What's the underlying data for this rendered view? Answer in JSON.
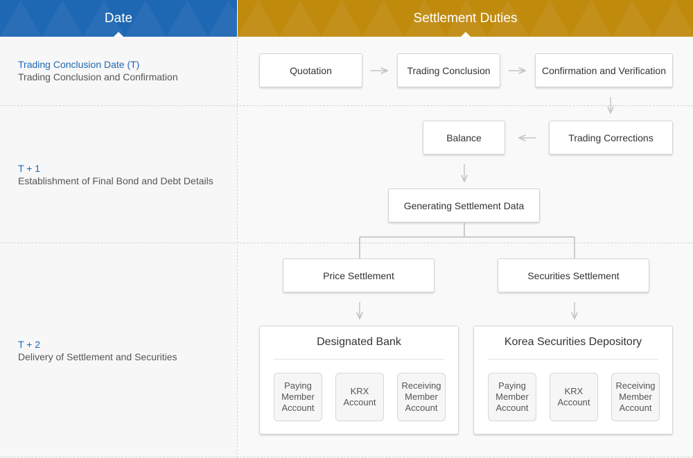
{
  "header": {
    "date_label": "Date",
    "duties_label": "Settlement Duties"
  },
  "rows": [
    {
      "key": "Trading Conclusion Date (T)",
      "desc": "Trading Conclusion and Confirmation"
    },
    {
      "key": "T + 1",
      "desc": "Establishment of Final Bond and Debt Details"
    },
    {
      "key": "T + 2",
      "desc": "Delivery of Settlement and Securities"
    }
  ],
  "steps": {
    "quotation": "Quotation",
    "trading_conclusion": "Trading Conclusion",
    "confirmation": "Confirmation and Verification",
    "trading_corrections": "Trading Corrections",
    "balance": "Balance",
    "generating": "Generating Settlement Data",
    "price_settlement": "Price Settlement",
    "securities_settlement": "Securities Settlement"
  },
  "panels": [
    {
      "title": "Designated Bank",
      "accounts": [
        "Paying Member Account",
        "KRX Account",
        "Receiving Member Account"
      ]
    },
    {
      "title": "Korea Securities Depository",
      "accounts": [
        "Paying Member Account",
        "KRX Account",
        "Receiving Member Account"
      ]
    }
  ],
  "colors": {
    "date_header": "#1e67b3",
    "duties_header": "#c08a0d",
    "row_key": "#1e67b3",
    "arrow": "#c4c4c4"
  }
}
